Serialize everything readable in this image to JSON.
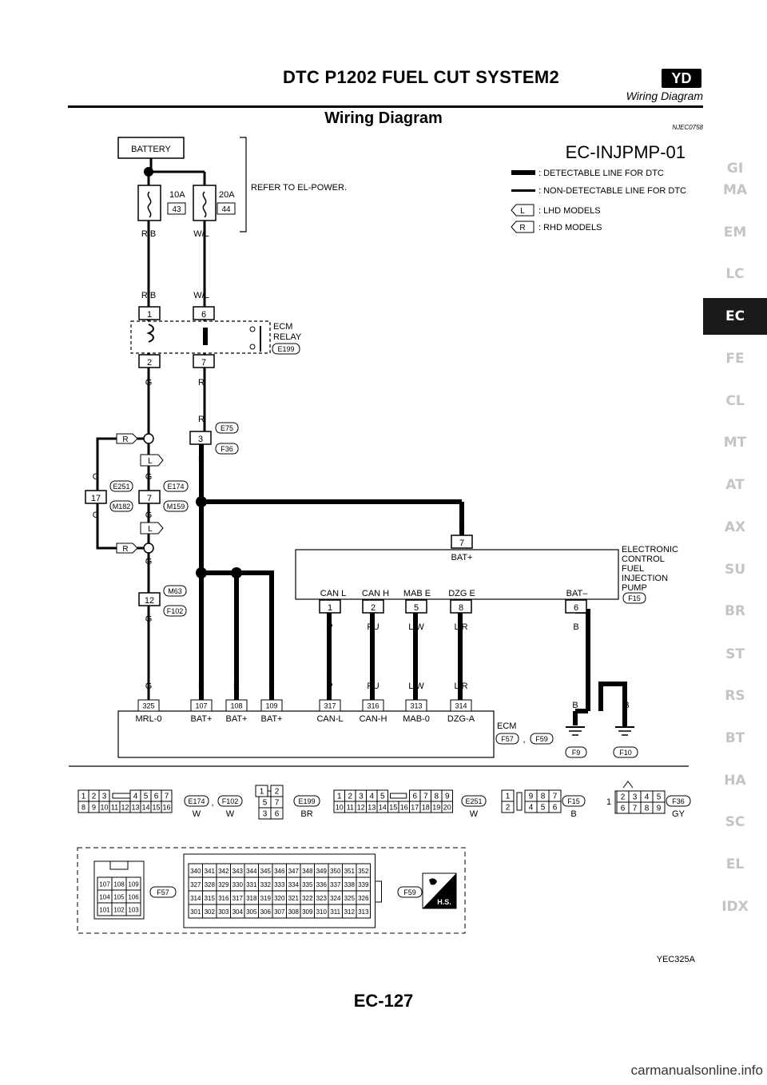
{
  "header": {
    "title": "DTC P1202 FUEL CUT SYSTEM2",
    "badge": "YD",
    "subtitle": "Wiring Diagram"
  },
  "section": {
    "title": "Wiring Diagram",
    "code": "NJEC0758"
  },
  "diagram": {
    "id": "EC-INJPMP-01",
    "battery": "BATTERY",
    "fuse1": {
      "amps": "10A",
      "number": "43"
    },
    "fuse2": {
      "amps": "20A",
      "number": "44"
    },
    "refer": "REFER TO EL-POWER.",
    "legend": {
      "detectable": ": DETECTABLE LINE FOR DTC",
      "non_detectable": ": NON-DETECTABLE LINE FOR DTC",
      "lhd_tag": "L",
      "lhd": ": LHD MODELS",
      "rhd_tag": "R",
      "rhd": ": RHD MODELS"
    },
    "relay": {
      "line1": "ECM",
      "line2": "RELAY",
      "connector": "E199",
      "pins": [
        "1",
        "6",
        "2",
        "7"
      ]
    },
    "colors": {
      "rb": "R/B",
      "wl": "W/L",
      "g": "G",
      "r": "R",
      "p": "P",
      "pu": "PU",
      "lw": "L/W",
      "lr": "L/R",
      "b": "B"
    },
    "joints": {
      "j3": "3",
      "j3_a": "E75",
      "j3_b": "F36",
      "j17": "17",
      "j17_a": "E251",
      "j17_b": "M182",
      "j7": "7",
      "j7_a": "E174",
      "j7_b": "M159",
      "j12": "12",
      "j12_a": "M63",
      "j12_b": "F102"
    },
    "pump": {
      "line1": "ELECTRONIC",
      "line2": "CONTROL",
      "line3": "FUEL",
      "line4": "INJECTION",
      "line5": "PUMP",
      "connector": "F15",
      "pins": [
        {
          "label": "CAN L",
          "num": "1"
        },
        {
          "label": "CAN H",
          "num": "2"
        },
        {
          "label": "MAB E",
          "num": "5"
        },
        {
          "label": "DZG E",
          "num": "8"
        },
        {
          "label": "BAT–",
          "num": "6"
        }
      ],
      "bat_pin": "7",
      "bat_label": "BAT+"
    },
    "ecm": {
      "title": "ECM",
      "conn_a": "F57",
      "conn_sep": ",",
      "conn_b": "F59",
      "ground_a": "F9",
      "ground_b": "F10",
      "pins": [
        {
          "num": "325",
          "label": "MRL-0"
        },
        {
          "num": "107",
          "label": "BAT+"
        },
        {
          "num": "108",
          "label": "BAT+"
        },
        {
          "num": "109",
          "label": "BAT+"
        },
        {
          "num": "317",
          "label": "CAN-L"
        },
        {
          "num": "316",
          "label": "CAN-H"
        },
        {
          "num": "313",
          "label": "MAB-0"
        },
        {
          "num": "314",
          "label": "DZG-A"
        }
      ]
    },
    "connectors": {
      "e174": {
        "top": [
          "1",
          "2",
          "3",
          "4",
          "5",
          "6",
          "7"
        ],
        "bottom": [
          "8",
          "9",
          "10",
          "11",
          "12",
          "13",
          "14",
          "15",
          "16"
        ],
        "label": "E174",
        "sep": ",",
        "label2": "F102",
        "color": "W",
        "color2": "W"
      },
      "e199": {
        "cells": [
          "1",
          "2",
          "5",
          "7",
          "3",
          "6"
        ],
        "label": "E199",
        "color": "BR"
      },
      "e251": {
        "top": [
          "1",
          "2",
          "3",
          "4",
          "5",
          "6",
          "7",
          "8",
          "9"
        ],
        "bottom": [
          "10",
          "11",
          "12",
          "13",
          "14",
          "15",
          "16",
          "17",
          "18",
          "19",
          "20"
        ],
        "label": "E251",
        "color": "W"
      },
      "f15": {
        "cells": [
          "1",
          "9",
          "8",
          "7",
          "2",
          "4",
          "5",
          "6"
        ],
        "label": "F15",
        "color": "B"
      },
      "f36": {
        "cells": [
          "1",
          "2",
          "3",
          "4",
          "5",
          "6",
          "7",
          "8",
          "9"
        ],
        "label": "F36",
        "color": "GY"
      },
      "f57": {
        "rows": [
          [
            "107",
            "108",
            "109"
          ],
          [
            "104",
            "105",
            "106"
          ],
          [
            "101",
            "102",
            "103"
          ]
        ],
        "label": "F57"
      },
      "f59": {
        "rows": [
          [
            "340",
            "341",
            "342",
            "343",
            "344",
            "345",
            "346",
            "347",
            "348",
            "349",
            "350",
            "351",
            "352"
          ],
          [
            "327",
            "328",
            "329",
            "330",
            "331",
            "332",
            "333",
            "334",
            "335",
            "336",
            "337",
            "338",
            "339"
          ],
          [
            "314",
            "315",
            "316",
            "317",
            "318",
            "319",
            "320",
            "321",
            "322",
            "323",
            "324",
            "325",
            "326"
          ],
          [
            "301",
            "302",
            "303",
            "304",
            "305",
            "306",
            "307",
            "308",
            "309",
            "310",
            "311",
            "312",
            "313"
          ]
        ],
        "label": "F59"
      },
      "hs": "H.S."
    },
    "figure_code": "YEC325A"
  },
  "sidebar": [
    "GI",
    "MA",
    "EM",
    "LC",
    "EC",
    "FE",
    "CL",
    "MT",
    "AT",
    "AX",
    "SU",
    "BR",
    "ST",
    "RS",
    "BT",
    "HA",
    "SC",
    "EL",
    "IDX"
  ],
  "sidebar_active": "EC",
  "footer": {
    "page": "EC-127"
  },
  "watermark": "carmanualsonline.info"
}
